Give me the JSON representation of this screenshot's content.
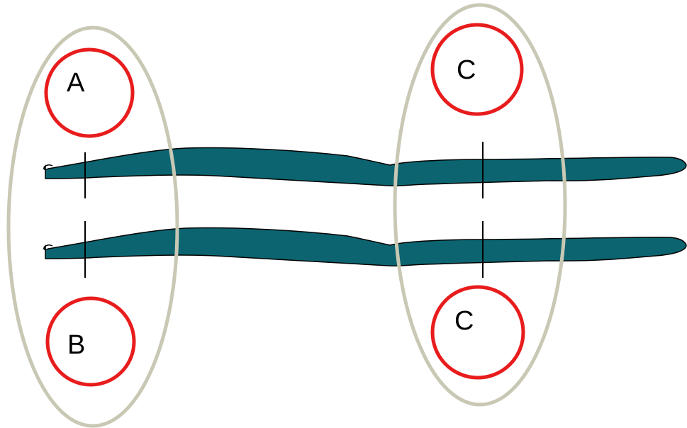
{
  "diagram": {
    "colors": {
      "background": "#ffffff",
      "chromosome_fill": "#0c6470",
      "chromosome_outline": "#000000",
      "allele_circle": "#e81c1c",
      "pair_ellipse": "#c8c8b4",
      "locus_line": "#000000"
    },
    "alleles": {
      "top_left": "A",
      "bottom_left": "B",
      "top_right": "C",
      "bottom_right": "C"
    }
  }
}
